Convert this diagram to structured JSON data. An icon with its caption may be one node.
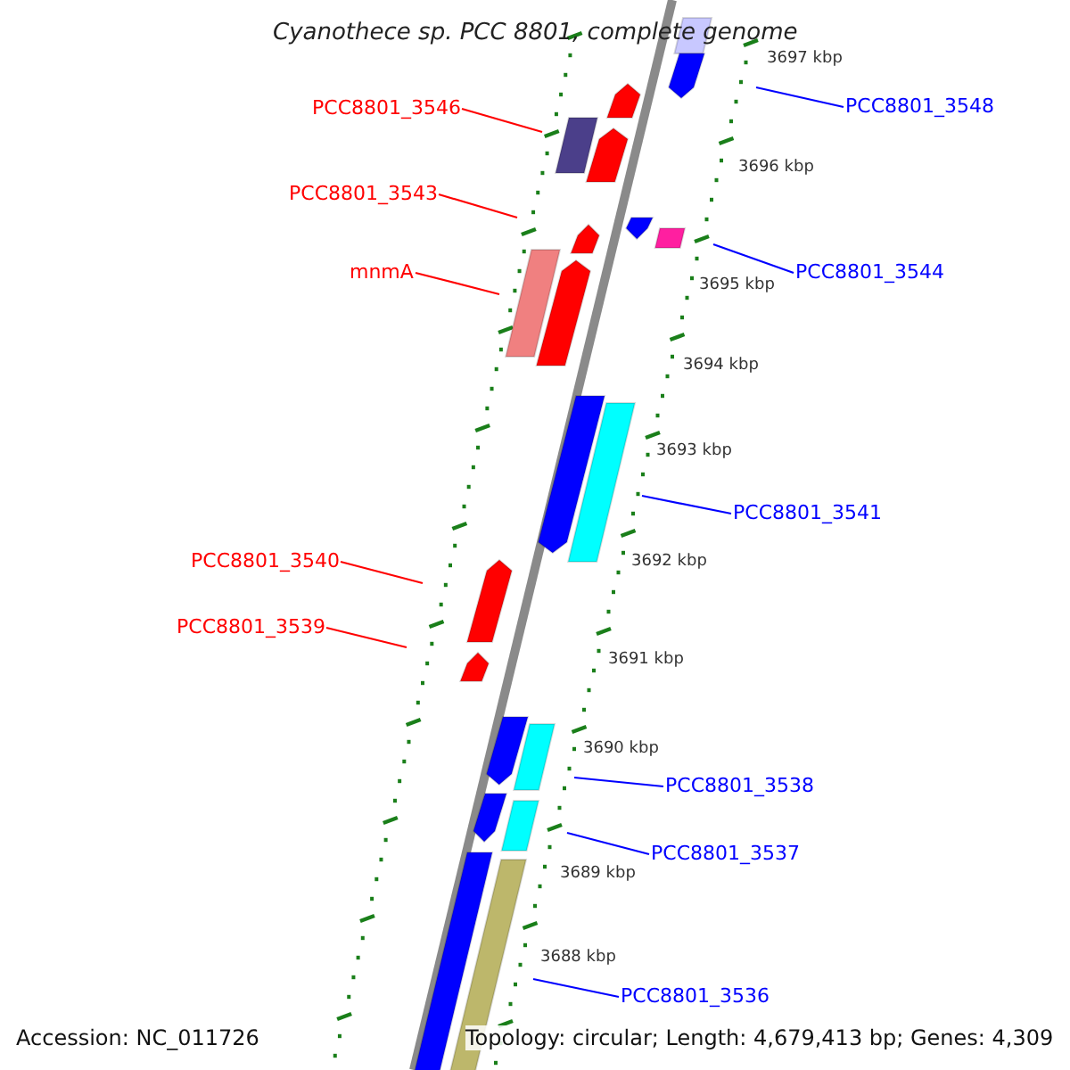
{
  "diagram": {
    "title": "Cyanothece sp. PCC 8801, complete genome",
    "nodes": [
      {
        "text": [
          "PCC8801_3546"
        ]
      },
      {
        "text": [
          "PCC8801_3548"
        ]
      },
      {
        "text": [
          "PCC8801_3543"
        ]
      },
      {
        "text": [
          "PCC8801_3544"
        ]
      },
      {
        "text": [
          "mnmA"
        ]
      },
      {
        "text": [
          "PCC8801_3541"
        ]
      },
      {
        "text": [
          "PCC8801_3540"
        ]
      },
      {
        "text": [
          "PCC8801_3539"
        ]
      },
      {
        "text": [
          "PCC8801_3538"
        ]
      },
      {
        "text": [
          "PCC8801_3537"
        ]
      },
      {
        "text": [
          "PCC8801_3536"
        ]
      }
    ],
    "edges": [
      {
        "from": 0,
        "to": null,
        "arrow": "none",
        "color": "#ff0000"
      },
      {
        "from": 1,
        "to": null,
        "arrow": "none"
      },
      {
        "from": 2,
        "to": null,
        "arrow": "none",
        "color": "#ff0000"
      },
      {
        "from": 3,
        "to": null,
        "arrow": "none"
      },
      {
        "from": 4,
        "to": null,
        "arrow": "none",
        "color": "#ff0000"
      },
      {
        "from": 5,
        "to": null,
        "arrow": "none"
      },
      {
        "from": 6,
        "to": null,
        "arrow": "none",
        "color": "#ff0000"
      },
      {
        "from": 7,
        "to": null,
        "arrow": "none",
        "color": "#ff0000"
      },
      {
        "from": 8,
        "to": null,
        "arrow": "none"
      },
      {
        "from": 9,
        "to": null,
        "arrow": "none"
      },
      {
        "from": 10,
        "to": null,
        "arrow": "none"
      }
    ],
    "labels": [
      "3697 kbp",
      "3696 kbp",
      "3695 kbp",
      "3694 kbp",
      "3693 kbp",
      "3692 kbp",
      "3691 kbp",
      "3690 kbp",
      "3689 kbp",
      "3688 kbp",
      "Accession: NC_011726",
      "Topology: circular; Length: 4,679,413 bp; Genes: 4,309"
    ]
  }
}
